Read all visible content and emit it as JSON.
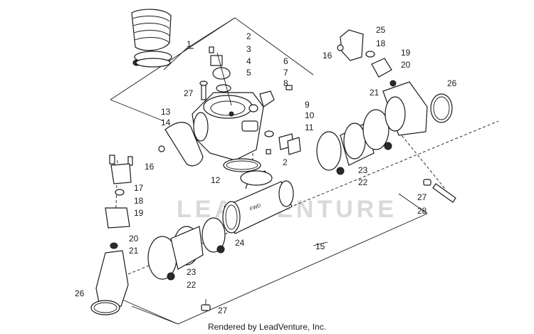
{
  "watermark": "LEADVENTURE",
  "footer": "Rendered by LeadVenture, Inc.",
  "callouts": [
    "1",
    "2",
    "3",
    "4",
    "5",
    "27",
    "6",
    "7",
    "8",
    "13",
    "14",
    "9",
    "10",
    "11",
    "2",
    "16",
    "17",
    "18",
    "19",
    "12",
    "20",
    "21",
    "26",
    "23",
    "22",
    "24",
    "15",
    "27",
    "25",
    "16",
    "18",
    "19",
    "20",
    "21",
    "26",
    "23",
    "22",
    "27",
    "28"
  ]
}
